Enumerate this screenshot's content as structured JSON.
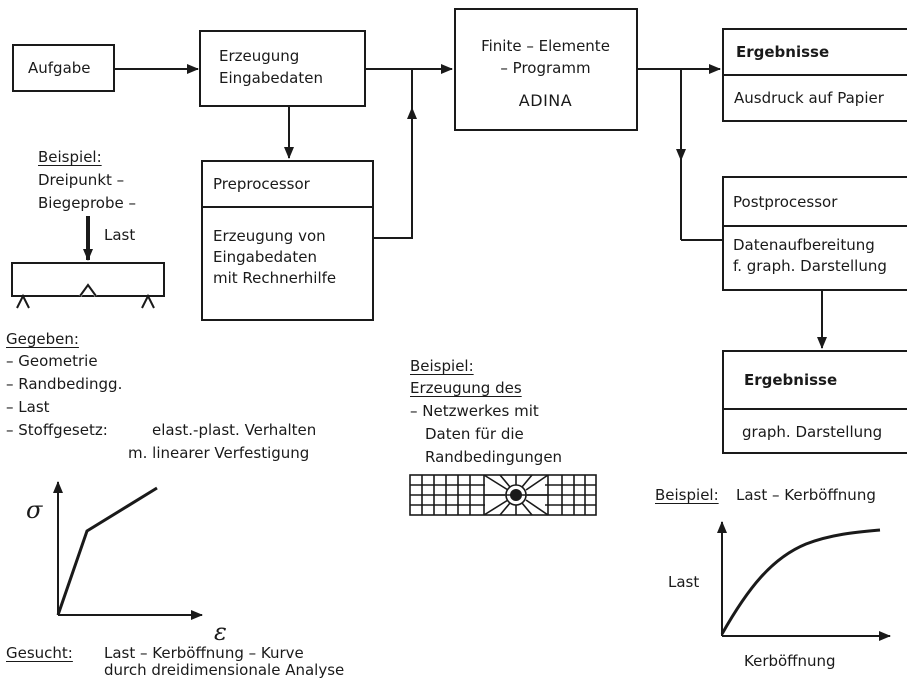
{
  "aufgabe": "Aufgabe",
  "erzeugung": [
    "Erzeugung",
    "Eingabedaten"
  ],
  "fem": [
    "Finite – Elemente",
    "– Programm",
    "ADINA"
  ],
  "ergebnisse_top": {
    "title": "Ergebnisse",
    "body": "Ausdruck auf Papier"
  },
  "preprocessor": {
    "title": "Preprocessor",
    "body": [
      "Erzeugung von",
      "Eingabedaten",
      "mit Rechnerhilfe"
    ]
  },
  "postprocessor": {
    "title": "Postprocessor",
    "body": [
      "Datenaufbereitung",
      "f. graph. Darstellung"
    ]
  },
  "ergebnisse_bottom": {
    "title": "Ergebnisse",
    "body": "graph. Darstellung"
  },
  "beispiel_left": {
    "label": "Beispiel:",
    "lines": [
      "Dreipunkt –",
      "Biegeprobe –"
    ],
    "last": "Last"
  },
  "gegeben": {
    "label": "Gegeben:",
    "items": [
      "– Geometrie",
      "– Randbedingg.",
      "– Last"
    ],
    "stoff": "– Stoffgesetz:",
    "stoff_lines": [
      "elast.-plast. Verhalten",
      "m.  linearer Verfestigung"
    ]
  },
  "stress_strain": {
    "y_symbol": "σ",
    "x_symbol": "ε"
  },
  "gesucht": {
    "label": "Gesucht:",
    "lines": [
      "Last – Kerböffnung – Kurve",
      "durch dreidimensionale Analyse"
    ]
  },
  "beispiel_mid": {
    "label": "Beispiel:",
    "lines": [
      "Erzeugung des",
      "– Netzwerkes mit",
      "Daten für die",
      "Randbedingungen"
    ]
  },
  "beispiel_right": {
    "label": "Beispiel:",
    "text": "Last – Kerböffnung"
  },
  "load_curve": {
    "ylabel": "Last",
    "xlabel": "Kerböffnung"
  }
}
